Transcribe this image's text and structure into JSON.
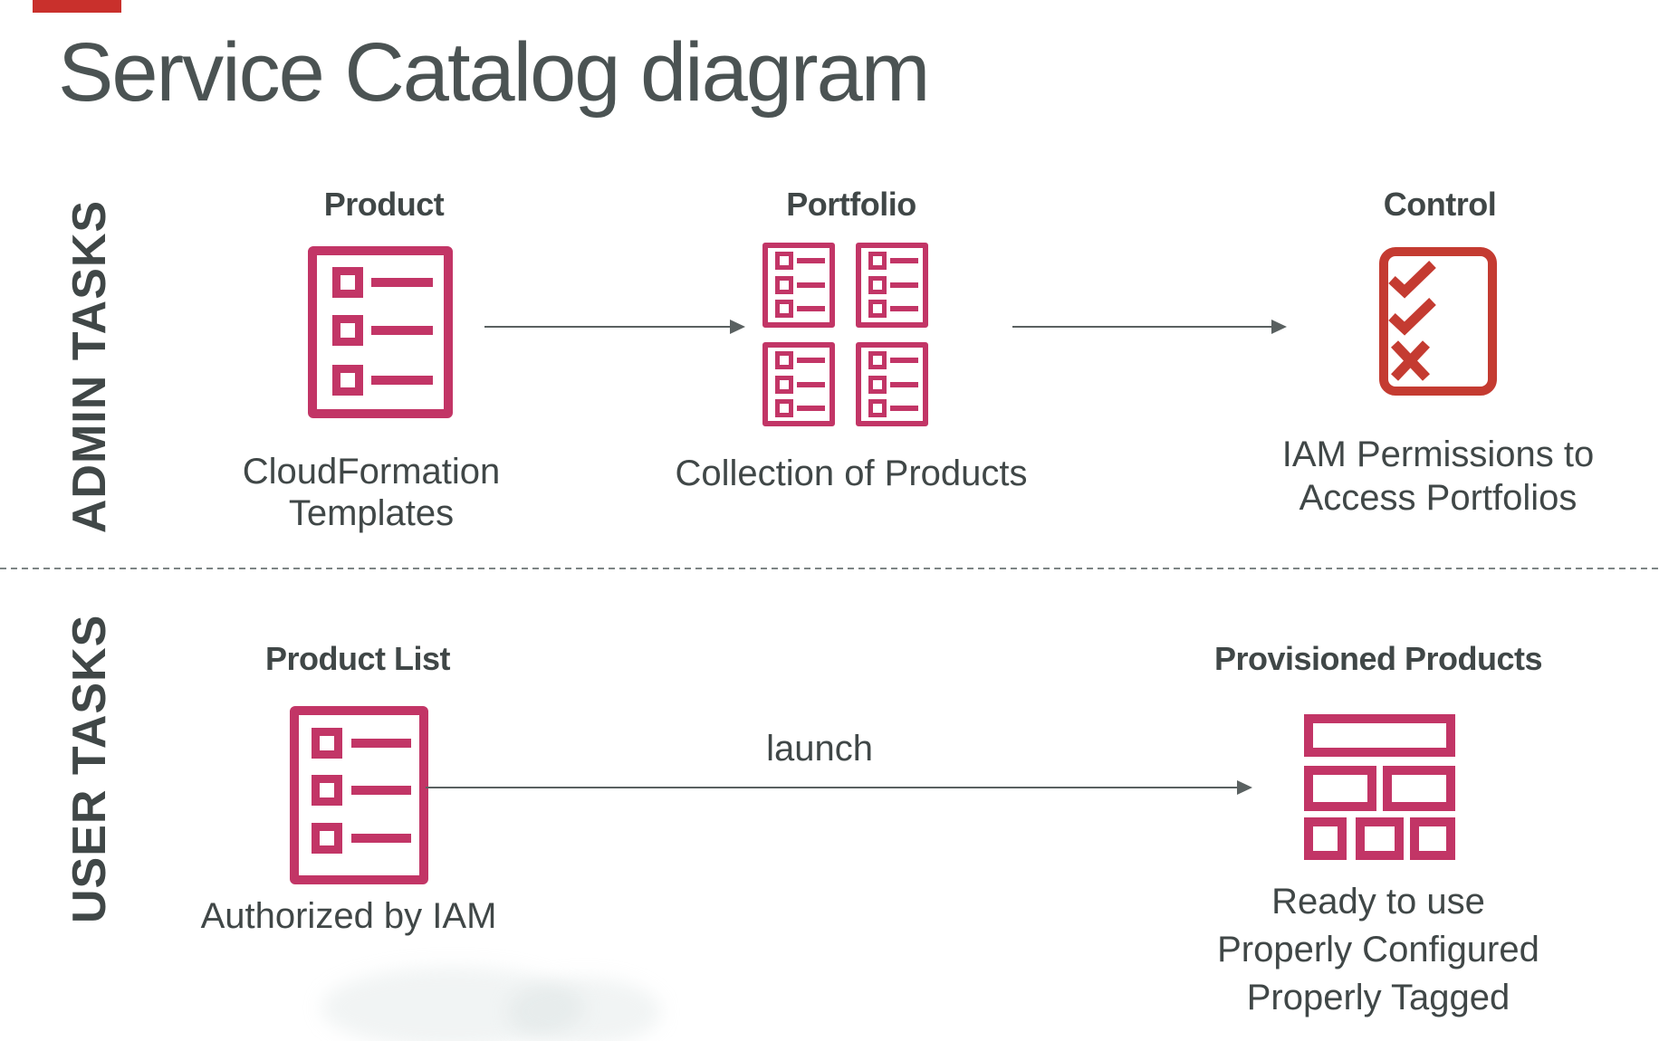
{
  "title": "Service Catalog diagram",
  "admin": {
    "label": "ADMIN TASKS",
    "product": {
      "heading": "Product",
      "caption": [
        "CloudFormation",
        "Templates"
      ]
    },
    "portfolio": {
      "heading": "Portfolio",
      "caption": [
        "Collection of Products"
      ]
    },
    "control": {
      "heading": "Control",
      "caption": [
        "IAM Permissions to",
        "Access Portfolios"
      ]
    }
  },
  "user": {
    "label": "USER TASKS",
    "product_list": {
      "heading": "Product List",
      "caption": [
        "Authorized by IAM"
      ]
    },
    "launch_label": "launch",
    "provisioned": {
      "heading": "Provisioned Products",
      "caption": [
        "Ready to use",
        "Properly Configured",
        "Properly Tagged"
      ]
    }
  },
  "colors": {
    "magenta": "#c23566",
    "red": "#c43b31",
    "text": "#404747",
    "title_color": "#4b5353",
    "arrow": "#5a6161",
    "divider": "#7d8585",
    "accent_bar": "#c9302c"
  }
}
